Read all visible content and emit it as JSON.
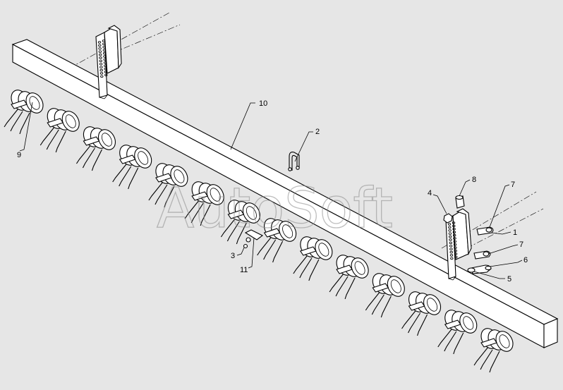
{
  "watermark": "AutoSoft",
  "callouts": {
    "c1": "1",
    "c2": "2",
    "c3": "3",
    "c4": "4",
    "c5": "5",
    "c6": "6",
    "c7a": "7",
    "c7b": "7",
    "c8": "8",
    "c9": "9",
    "c10": "10",
    "c11": "11"
  }
}
